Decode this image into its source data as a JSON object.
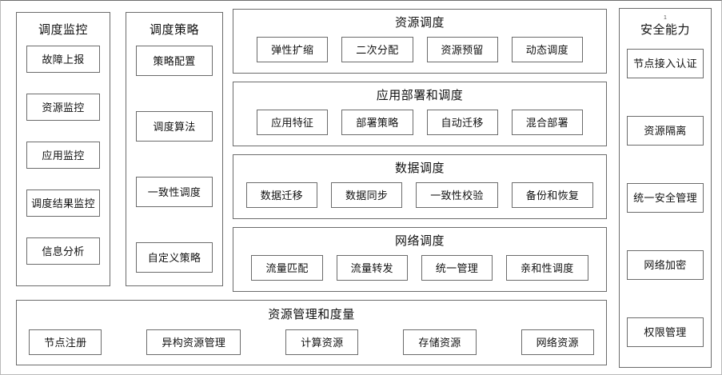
{
  "diagram": {
    "title_marker": "1",
    "columns": [
      {
        "id": "monitor",
        "title": "调度监控",
        "items": [
          {
            "label": "故障上报"
          },
          {
            "label": "资源监控"
          },
          {
            "label": "应用监控"
          },
          {
            "label": "调度结果监控"
          },
          {
            "label": "信息分析"
          }
        ]
      },
      {
        "id": "policy",
        "title": "调度策略",
        "items": [
          {
            "label": "策略配置"
          },
          {
            "label": "调度算法"
          },
          {
            "label": "一致性调度"
          },
          {
            "label": "自定义策略"
          }
        ]
      }
    ],
    "center_groups": [
      {
        "id": "resource",
        "title": "资源调度",
        "items": [
          {
            "label": "弹性扩缩"
          },
          {
            "label": "二次分配"
          },
          {
            "label": "资源预留"
          },
          {
            "label": "动态调度"
          }
        ]
      },
      {
        "id": "app",
        "title": "应用部署和调度",
        "items": [
          {
            "label": "应用特征"
          },
          {
            "label": "部署策略"
          },
          {
            "label": "自动迁移"
          },
          {
            "label": "混合部署"
          }
        ]
      },
      {
        "id": "data",
        "title": "数据调度",
        "items": [
          {
            "label": "数据迁移"
          },
          {
            "label": "数据同步"
          },
          {
            "label": "一致性校验"
          },
          {
            "label": "备份和恢复"
          }
        ]
      },
      {
        "id": "network",
        "title": "网络调度",
        "items": [
          {
            "label": "流量匹配"
          },
          {
            "label": "流量转发"
          },
          {
            "label": "统一管理"
          },
          {
            "label": "亲和性调度"
          }
        ]
      }
    ],
    "bottom_group": {
      "id": "resource-management",
      "title": "资源管理和度量",
      "items": [
        {
          "label": "节点注册"
        },
        {
          "label": "异构资源管理"
        },
        {
          "label": "计算资源"
        },
        {
          "label": "存储资源"
        },
        {
          "label": "网络资源"
        }
      ]
    },
    "security_column": {
      "id": "security",
      "title": "安全能力",
      "items": [
        {
          "label": "节点接入认证"
        },
        {
          "label": "资源隔离"
        },
        {
          "label": "统一安全管理"
        },
        {
          "label": "网络加密"
        },
        {
          "label": "权限管理"
        }
      ]
    },
    "colors": {
      "border": "#6b6b6b",
      "background": "#ffffff",
      "text": "#111111"
    }
  }
}
